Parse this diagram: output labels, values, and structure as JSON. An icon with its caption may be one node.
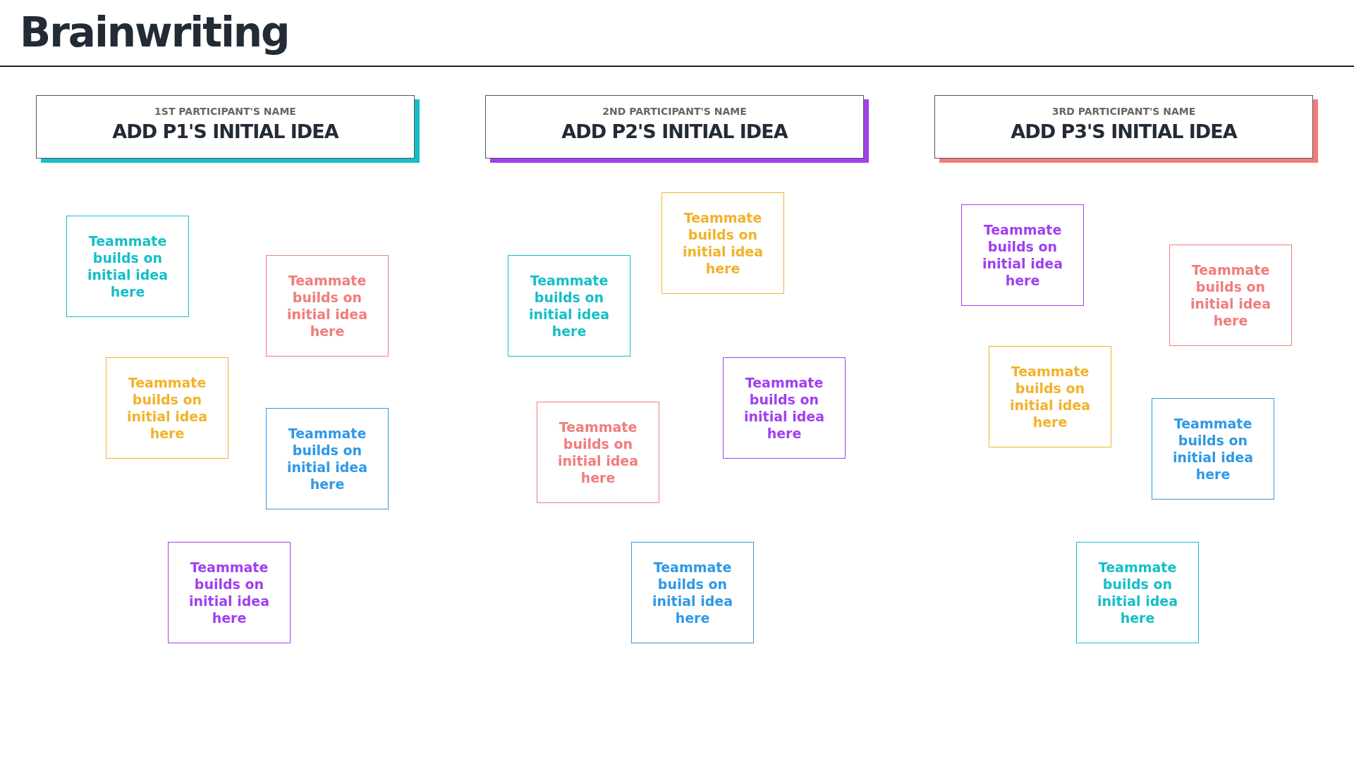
{
  "diagram": {
    "title": "Brainwriting",
    "nodes": [
      {
        "text": [
          "1ST PARTICIPANT'S NAME",
          "ADD P1'S INITIAL IDEA"
        ]
      },
      {
        "text": [
          "2ND PARTICIPANT'S NAME",
          "ADD P2'S INITIAL IDEA"
        ]
      },
      {
        "text": [
          "3RD PARTICIPANT'S NAME",
          "ADD P3'S INITIAL IDEA"
        ]
      },
      {
        "text": [
          "Teammate builds on initial idea here"
        ]
      },
      {
        "text": [
          "Teammate builds on initial idea here"
        ]
      },
      {
        "text": [
          "Teammate builds on initial idea here"
        ]
      },
      {
        "text": [
          "Teammate builds on initial idea here"
        ]
      },
      {
        "text": [
          "Teammate builds on initial idea here"
        ]
      },
      {
        "text": [
          "Teammate builds on initial idea here"
        ]
      },
      {
        "text": [
          "Teammate builds on initial idea here"
        ]
      },
      {
        "text": [
          "Teammate builds on initial idea here"
        ]
      },
      {
        "text": [
          "Teammate builds on initial idea here"
        ]
      },
      {
        "text": [
          "Teammate builds on initial idea here"
        ]
      },
      {
        "text": [
          "Teammate builds on initial idea here"
        ]
      },
      {
        "text": [
          "Teammate builds on initial idea here"
        ]
      },
      {
        "text": [
          "Teammate builds on initial idea here"
        ]
      },
      {
        "text": [
          "Teammate builds on initial idea here"
        ]
      },
      {
        "text": [
          "Teammate builds on initial idea here"
        ]
      }
    ],
    "edges": []
  }
}
